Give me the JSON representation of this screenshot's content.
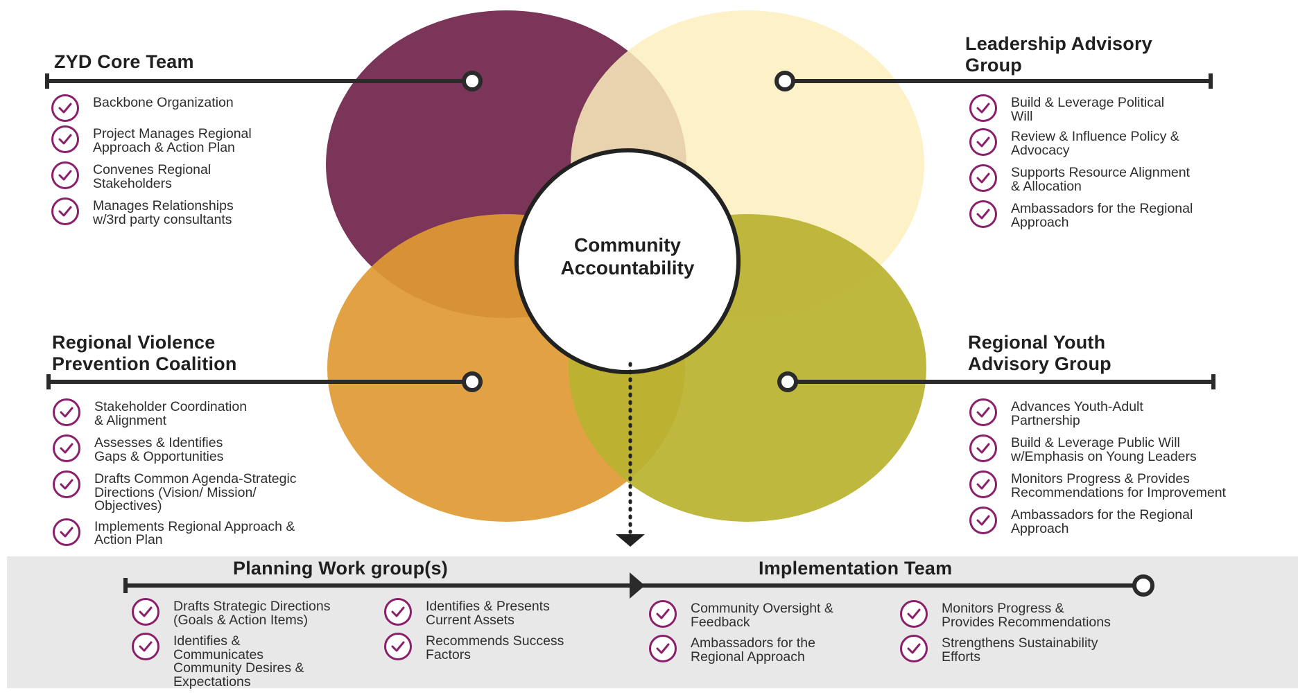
{
  "center": {
    "line1": "Community",
    "line2": "Accountability"
  },
  "colors": {
    "plum": "#7a3558",
    "cream": "#fdeebd",
    "orange": "#e09a33",
    "olive": "#b9b22f",
    "check": "#8a1f6a",
    "line": "#2b2b2b"
  },
  "groups": {
    "zyd": {
      "title": "ZYD Core Team",
      "items": [
        "Backbone Organization",
        "Project Manages Regional\nApproach & Action Plan",
        "Convenes Regional\nStakeholders",
        "Manages Relationships\nw/3rd party consultants"
      ]
    },
    "leadership": {
      "title": "Leadership Advisory\nGroup",
      "items": [
        "Build & Leverage Political\nWill",
        "Review & Influence Policy &\nAdvocacy",
        "Supports Resource Alignment\n& Allocation",
        "Ambassadors for the Regional\nApproach"
      ]
    },
    "coalition": {
      "title": "Regional Violence\nPrevention Coalition",
      "items": [
        "Stakeholder Coordination\n& Alignment",
        "Assesses & Identifies\nGaps & Opportunities",
        "Drafts Common Agenda-Strategic\nDirections (Vision/ Mission/\nObjectives)",
        "Implements Regional Approach &\nAction Plan"
      ]
    },
    "youth": {
      "title": "Regional Youth\nAdvisory Group",
      "items": [
        "Advances Youth-Adult\nPartnership",
        "Build & Leverage Public Will\nw/Emphasis on Young Leaders",
        "Monitors Progress & Provides\nRecommendations for Improvement",
        "Ambassadors for the Regional\nApproach"
      ]
    },
    "planning": {
      "title": "Planning Work group(s)",
      "col1": [
        "Drafts Strategic Directions\n(Goals & Action Items)",
        "Identifies &\nCommunicates\nCommunity Desires &\nExpectations"
      ],
      "col2": [
        "Identifies & Presents\nCurrent Assets",
        "Recommends Success\nFactors"
      ]
    },
    "implementation": {
      "title": "Implementation Team",
      "col1": [
        "Community Oversight &\nFeedback",
        "Ambassadors for the\nRegional Approach"
      ],
      "col2": [
        "Monitors Progress &\nProvides Recommendations",
        "Strengthens Sustainability\nEfforts"
      ]
    }
  }
}
